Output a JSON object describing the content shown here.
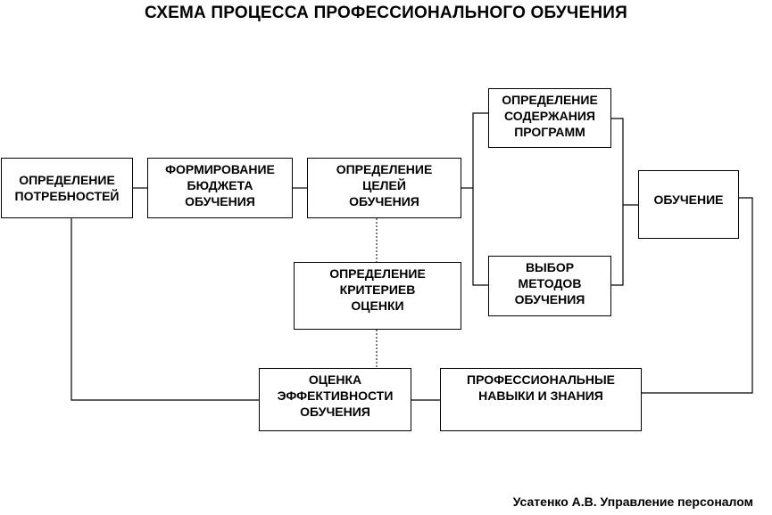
{
  "title": "СХЕМА ПРОЦЕССА ПРОФЕССИОНАЛЬНОГО ОБУЧЕНИЯ",
  "boxes": {
    "needs": "ОПРЕДЕЛЕНИЕ\nПОТРЕБНОСТЕЙ",
    "budget": "ФОРМИРОВАНИЕ\nБЮДЖЕТА\nОБУЧЕНИЯ",
    "goals": "ОПРЕДЕЛЕНИЕ\nЦЕЛЕЙ\nОБУЧЕНИЯ",
    "content": "ОПРЕДЕЛЕНИЕ\nСОДЕРЖАНИЯ\nПРОГРАММ",
    "methods": "ВЫБОР\nМЕТОДОВ\nОБУЧЕНИЯ",
    "training": "ОБУЧЕНИЕ",
    "criteria": "ОПРЕДЕЛЕНИЕ\nКРИТЕРИЕВ\nОЦЕНКИ",
    "evaluation": "ОЦЕНКА\nЭФФЕКТИВНОСТИ\nОБУЧЕНИЯ",
    "skills": "ПРОФЕССИОНАЛЬНЫЕ\nНАВЫКИ И ЗНАНИЯ"
  },
  "footer": "Усатенко А.В. Управление персоналом"
}
